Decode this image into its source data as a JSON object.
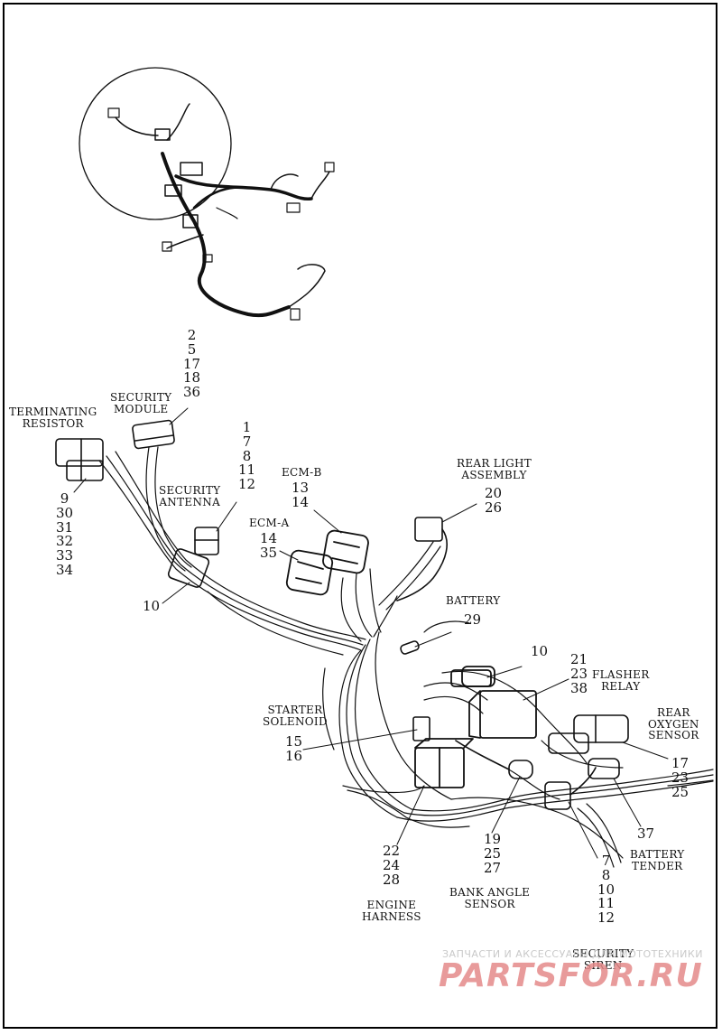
{
  "labels": {
    "terminating_resistor": {
      "caption": [
        "TERMINATING",
        "RESISTOR"
      ],
      "numbers": [
        "9",
        "30",
        "31",
        "32",
        "33",
        "34"
      ]
    },
    "security_module": {
      "caption": [
        "SECURITY",
        "MODULE"
      ],
      "numbers": [
        "2",
        "5",
        "17",
        "18",
        "36"
      ]
    },
    "security_antenna": {
      "caption": [
        "SECURITY",
        "ANTENNA"
      ],
      "numbers": [
        "1",
        "7",
        "8",
        "11",
        "12"
      ]
    },
    "ecm_b": {
      "caption": [
        "ECM-B"
      ],
      "numbers": [
        "13",
        "14"
      ]
    },
    "ecm_a": {
      "caption": [
        "ECM-A"
      ],
      "numbers": [
        "14",
        "35"
      ]
    },
    "rear_light_assembly": {
      "caption": [
        "REAR LIGHT",
        "ASSEMBLY"
      ],
      "numbers": [
        "20",
        "26"
      ]
    },
    "battery": {
      "caption": [
        "BATTERY"
      ],
      "numbers": [
        "29"
      ]
    },
    "ref_10_left": {
      "numbers": [
        "10"
      ]
    },
    "ref_10_mid": {
      "numbers": [
        "10"
      ]
    },
    "flasher_relay": {
      "caption": [
        "FLASHER",
        "RELAY"
      ],
      "numbers": [
        "21",
        "23",
        "38"
      ]
    },
    "rear_oxygen_sensor": {
      "caption": [
        "REAR",
        "OXYGEN",
        "SENSOR"
      ],
      "numbers": [
        "17",
        "23",
        "25"
      ]
    },
    "starter_solenoid": {
      "caption": [
        "STARTER",
        "SOLENOID"
      ],
      "numbers": [
        "15",
        "16"
      ]
    },
    "battery_tender": {
      "caption": [
        "BATTERY",
        "TENDER"
      ],
      "numbers": [
        "37"
      ]
    },
    "engine_harness": {
      "caption": [
        "ENGINE",
        "HARNESS"
      ],
      "numbers": [
        "22",
        "24",
        "28"
      ]
    },
    "bank_angle_sensor": {
      "caption": [
        "BANK ANGLE",
        "SENSOR"
      ],
      "numbers": [
        "19",
        "25",
        "27"
      ]
    },
    "security_siren": {
      "caption": [
        "SECURITY",
        "SIREN"
      ],
      "numbers": [
        "7",
        "8",
        "10",
        "11",
        "12"
      ]
    }
  },
  "watermark": {
    "top_line": "ЗАПЧАСТИ И АКСЕССУАРЫ ДЛЯ МОТОТЕХНИКИ",
    "logo": "PARTSFOR.RU"
  },
  "colors": {
    "ink": "#111111",
    "watermark": "#e58a8a"
  }
}
